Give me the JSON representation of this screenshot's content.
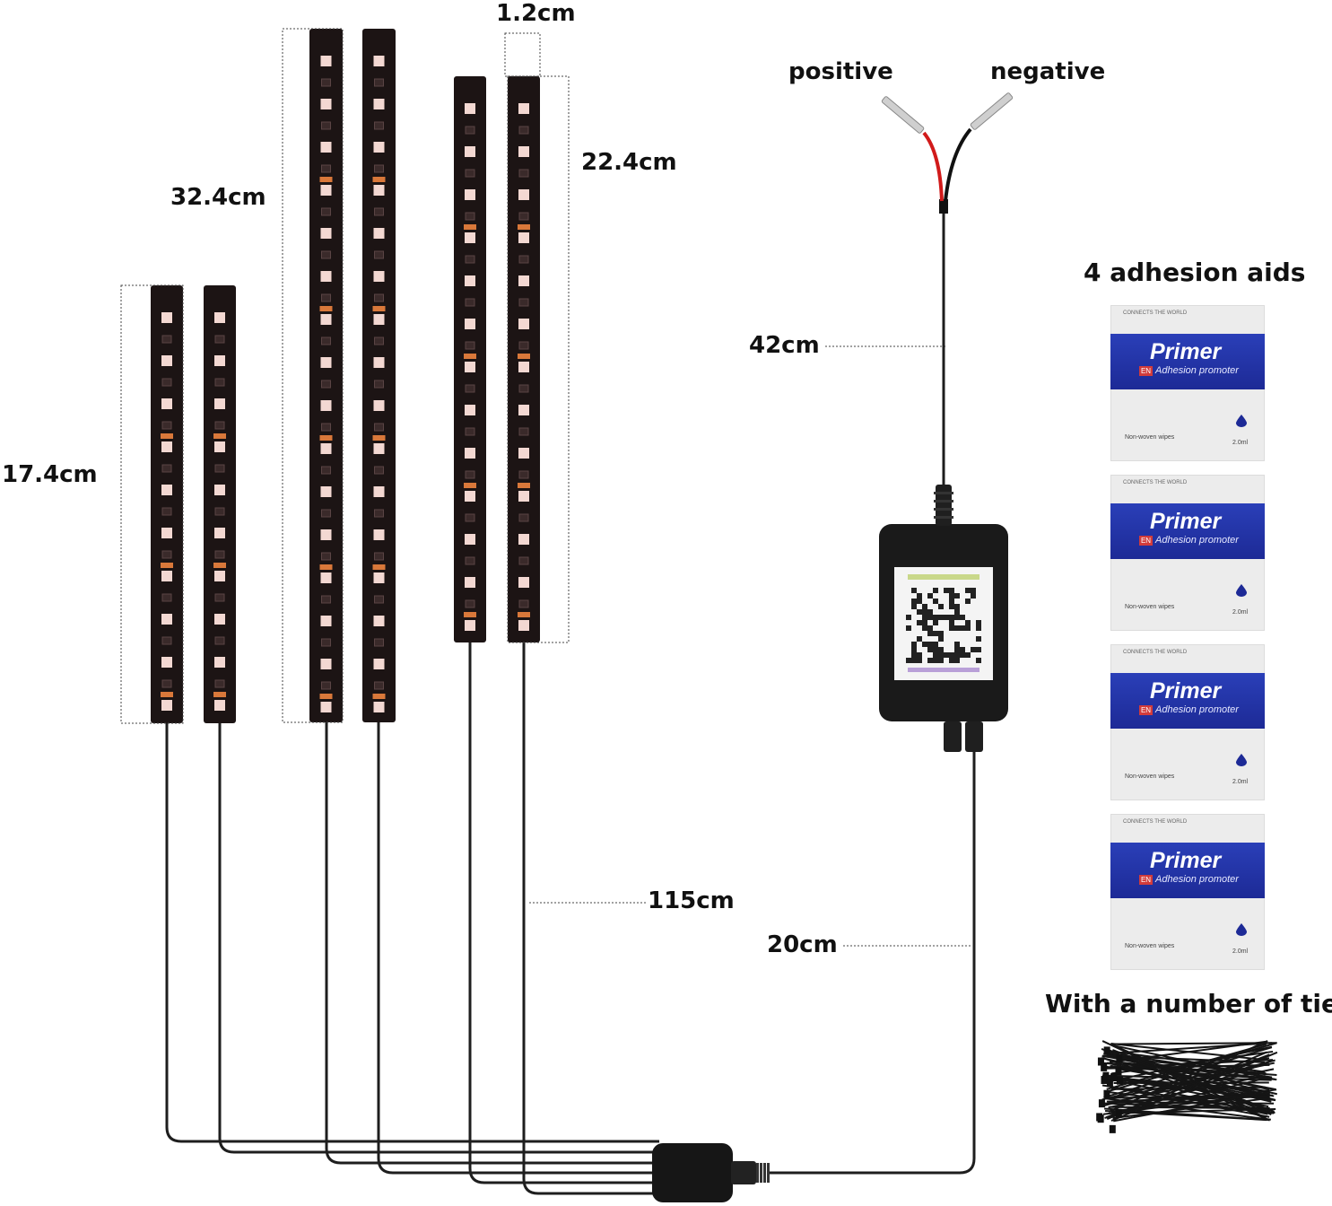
{
  "labels": {
    "width": "1.2cm",
    "strip_long": "32.4cm",
    "strip_mid": "22.4cm",
    "strip_short": "17.4cm",
    "positive": "positive",
    "negative": "negative",
    "power_lead": "42cm",
    "main_cable": "115cm",
    "controller_cable": "20cm",
    "adhesion_heading": "4 adhesion aids",
    "ties_heading": "With a number of ties"
  },
  "packets": [
    {
      "brand": "CONNECTS THE WORLD",
      "title": "Primer",
      "badge": "EN",
      "subtitle": "Adhesion promoter",
      "wipes": "Non-woven wipes",
      "volume": "2.0ml"
    },
    {
      "brand": "CONNECTS THE WORLD",
      "title": "Primer",
      "badge": "EN",
      "subtitle": "Adhesion promoter",
      "wipes": "Non-woven wipes",
      "volume": "2.0ml"
    },
    {
      "brand": "CONNECTS THE WORLD",
      "title": "Primer",
      "badge": "EN",
      "subtitle": "Adhesion promoter",
      "wipes": "Non-woven wipes",
      "volume": "2.0ml"
    },
    {
      "brand": "CONNECTS THE WORLD",
      "title": "Primer",
      "badge": "EN",
      "subtitle": "Adhesion promoter",
      "wipes": "Non-woven wipes",
      "volume": "2.0ml"
    }
  ],
  "colors": {
    "strip": "#1c1414",
    "led": "#f3d8d2",
    "led_warm": "#d9783a",
    "cable": "#1e1e1e",
    "positive_wire": "#d11a1a",
    "primer_band": "#2233a8"
  },
  "icons": [
    "led-strip-icon",
    "controller-box-icon",
    "qr-code-icon",
    "connector-icon",
    "wire-terminal-icon",
    "cable-ties-icon",
    "drop-icon"
  ]
}
